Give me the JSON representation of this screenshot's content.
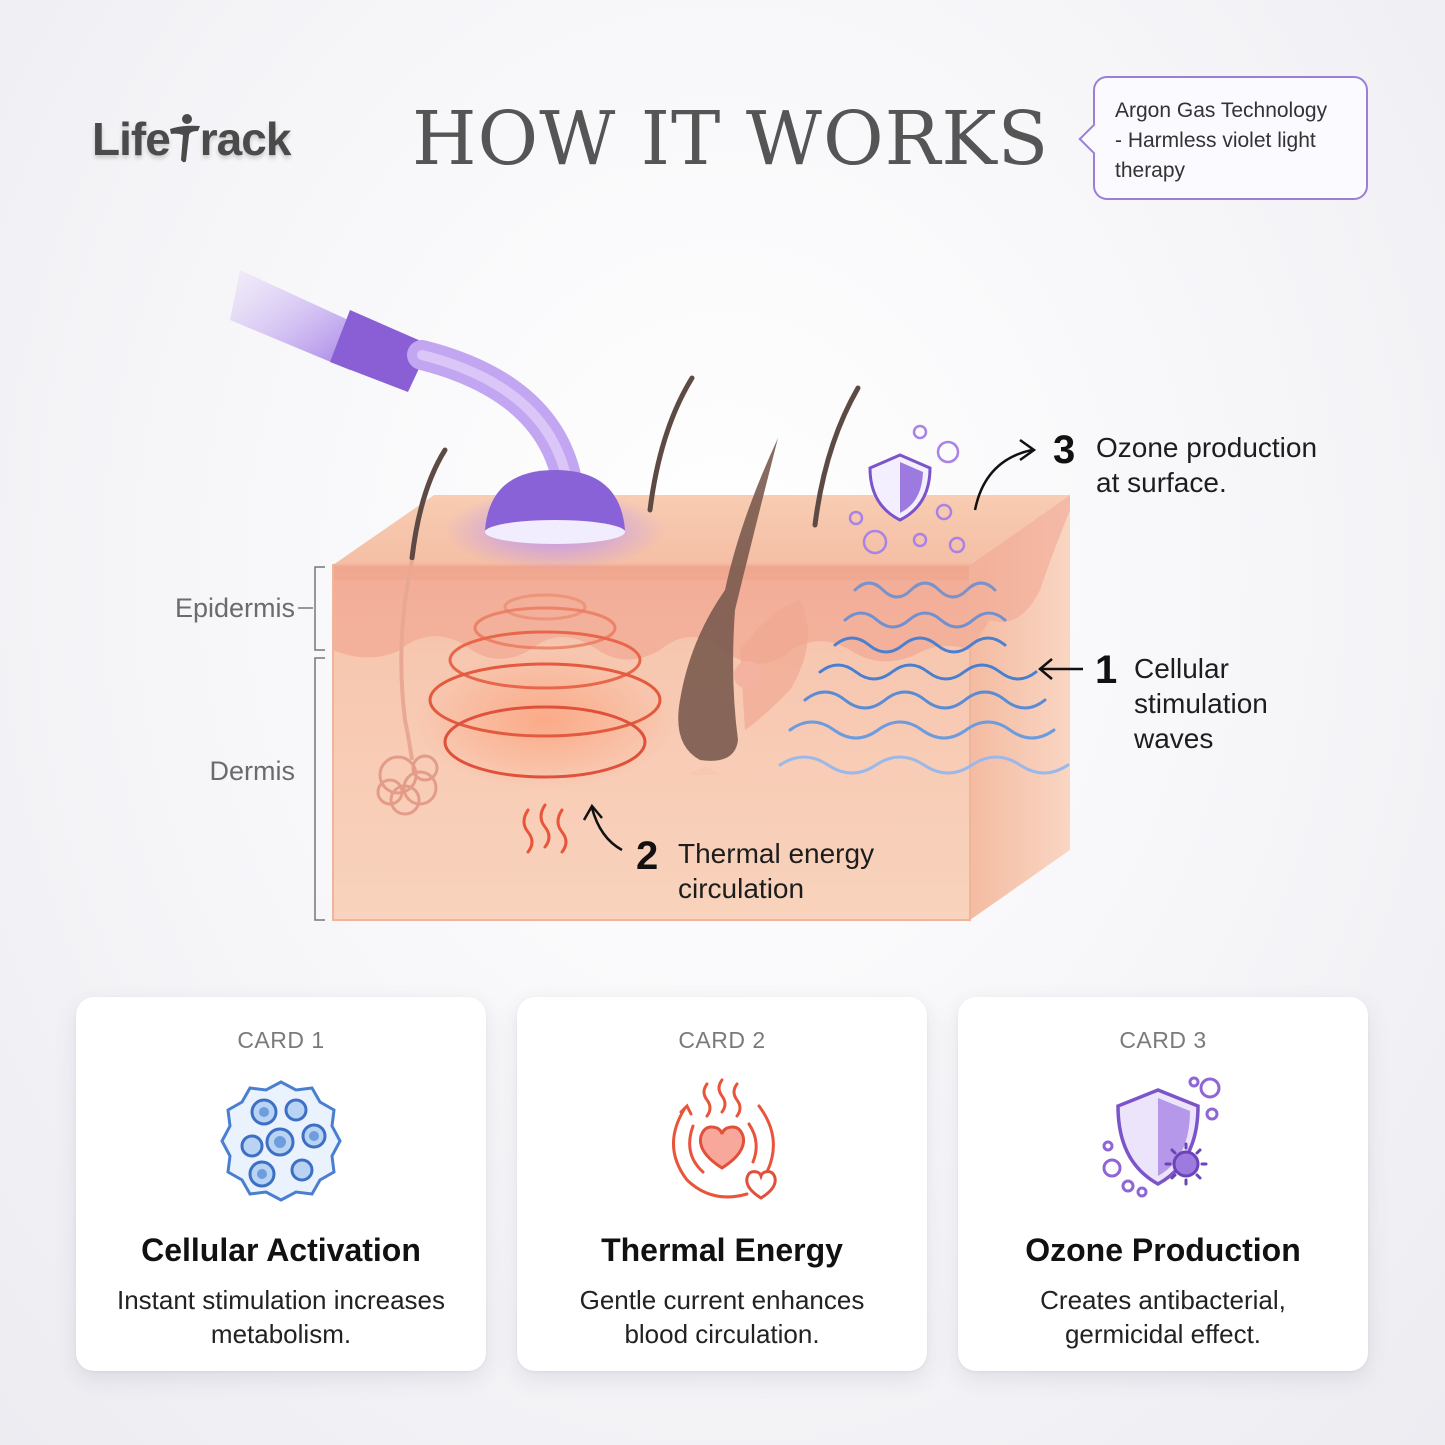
{
  "brand": {
    "logo_prefix": "Life",
    "logo_suffix": "rack"
  },
  "header": {
    "title": "HOW IT WORKS"
  },
  "note": {
    "text_line1": "Argon Gas Technology",
    "text_line2": "- Harmless violet light",
    "text_line3": "therapy"
  },
  "layers": {
    "epidermis": "Epidermis",
    "dermis": "Dermis"
  },
  "callouts": [
    {
      "number": "1",
      "line1": "Cellular",
      "line2": "stimulation",
      "line3": "waves"
    },
    {
      "number": "2",
      "line1": "Thermal energy",
      "line2": "circulation"
    },
    {
      "number": "3",
      "line1": "Ozone production",
      "line2": "at surface."
    }
  ],
  "cards": [
    {
      "tag": "CARD 1",
      "icon": "cells-icon",
      "title": "Cellular Activation",
      "desc": "Instant stimulation increases metabolism."
    },
    {
      "tag": "CARD 2",
      "icon": "heart-heat-icon",
      "title": "Thermal Energy",
      "desc": "Gentle current enhances blood circulation."
    },
    {
      "tag": "CARD 3",
      "icon": "shield-bubbles-icon",
      "title": "Ozone Production",
      "desc": "Creates antibacterial, germicidal effect."
    }
  ],
  "colors": {
    "violet": "#8b5fd9",
    "skin": "#f6c2a6",
    "heat": "#e8553a",
    "wave": "#4a7fd0"
  }
}
